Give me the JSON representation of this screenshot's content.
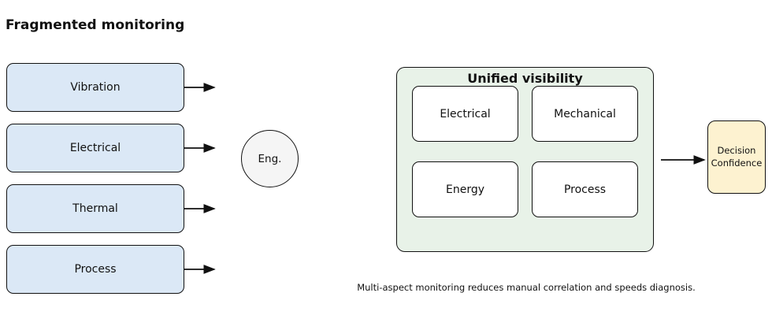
{
  "title": "Fragmented monitoring",
  "left_column": {
    "boxes": [
      {
        "label": "Vibration"
      },
      {
        "label": "Electrical"
      },
      {
        "label": "Thermal"
      },
      {
        "label": "Process"
      }
    ]
  },
  "engineer_node": {
    "label": "Eng."
  },
  "unified_panel": {
    "title": "Unified visibility",
    "boxes": [
      {
        "label": "Electrical"
      },
      {
        "label": "Mechanical"
      },
      {
        "label": "Energy"
      },
      {
        "label": "Process"
      }
    ]
  },
  "decision_node": {
    "label": "Decision\nConfidence"
  },
  "caption": "Multi-aspect monitoring reduces manual correlation and speeds diagnosis.",
  "colors": {
    "source_box_fill": "#dbe8f6",
    "unified_panel_fill": "#e8f2e8",
    "decision_fill": "#fdf2d0",
    "engineer_circle_fill": "#f5f5f5",
    "border": "#111111",
    "background": "#ffffff"
  }
}
